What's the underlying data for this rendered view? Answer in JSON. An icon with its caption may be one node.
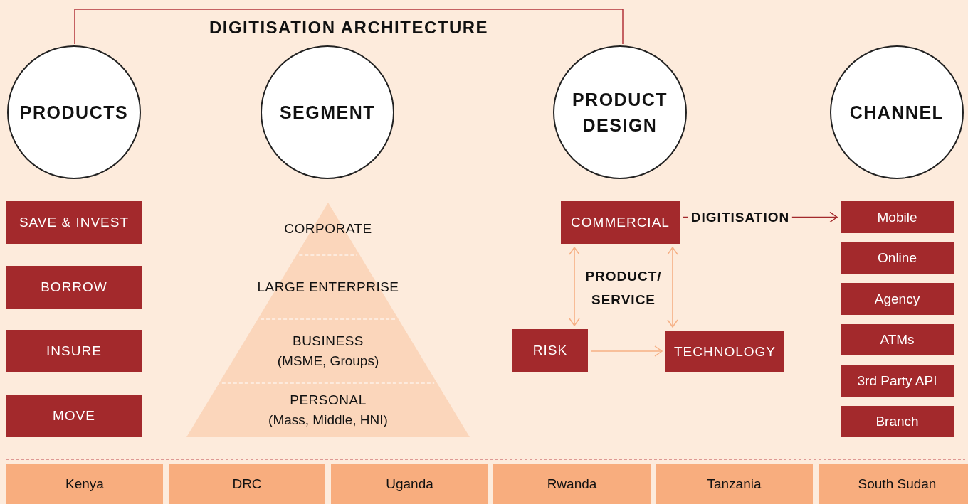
{
  "diagram": {
    "title": "DIGITISATION ARCHITECTURE",
    "nodes": [
      {
        "text": [
          "PRODUCTS"
        ]
      },
      {
        "text": [
          "SEGMENT"
        ]
      },
      {
        "text": [
          "PRODUCT DESIGN"
        ]
      },
      {
        "text": [
          "CHANNEL"
        ]
      },
      {
        "text": [
          "SAVE & INVEST"
        ]
      },
      {
        "text": [
          "BORROW"
        ]
      },
      {
        "text": [
          "INSURE"
        ]
      },
      {
        "text": [
          "MOVE"
        ]
      },
      {
        "text": [],
        "shape": "triangle"
      },
      {
        "text": [
          "CORPORATE"
        ],
        "in": 8
      },
      {
        "text": [
          "LARGE ENTERPRISE"
        ],
        "in": 8
      },
      {
        "text": [
          "BUSINESS",
          "(MSME, Groups)"
        ],
        "in": 8
      },
      {
        "text": [
          "PERSONAL",
          "(Mass, Middle, HNI)"
        ],
        "in": 8
      },
      {
        "text": [
          "COMMERCIAL"
        ]
      },
      {
        "text": [
          "RISK"
        ]
      },
      {
        "text": [
          "TECHNOLOGY"
        ]
      },
      {
        "text": [
          "Mobile"
        ]
      },
      {
        "text": [
          "Online"
        ]
      },
      {
        "text": [
          "Agency"
        ]
      },
      {
        "text": [
          "ATMs"
        ]
      },
      {
        "text": [
          "3rd Party API"
        ]
      },
      {
        "text": [
          "Branch"
        ]
      },
      {
        "text": [
          "Kenya"
        ]
      },
      {
        "text": [
          "DRC"
        ]
      },
      {
        "text": [
          "Uganda"
        ]
      },
      {
        "text": [
          "Rwanda"
        ]
      },
      {
        "text": [
          "Tanzania"
        ]
      },
      {
        "text": [
          "South Sudan"
        ]
      }
    ],
    "edges": [
      {
        "from": 13,
        "to": 16,
        "arrow": "to",
        "label": "DIGITISATION",
        "color": "#a3292c"
      },
      {
        "from": 13,
        "to": 14,
        "arrow": "both"
      },
      {
        "from": 13,
        "to": 15,
        "arrow": "both"
      },
      {
        "from": 14,
        "to": 15,
        "arrow": "to"
      }
    ],
    "labels": [
      "PRODUCT/ SERVICE"
    ]
  }
}
